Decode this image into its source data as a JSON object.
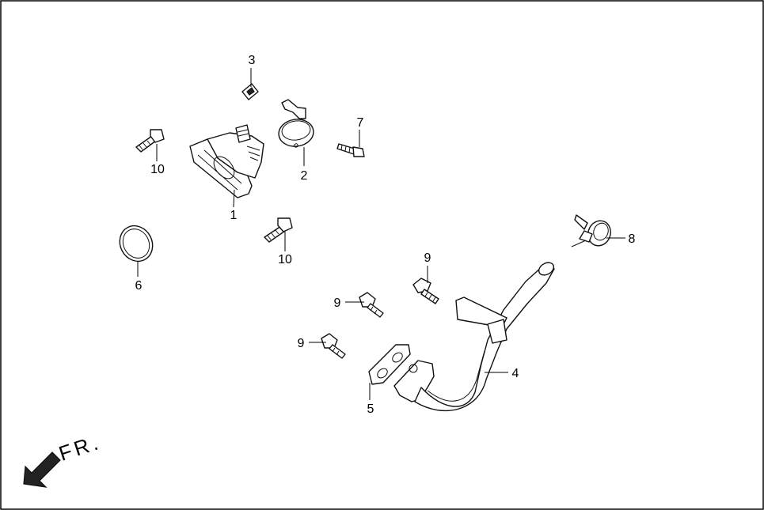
{
  "callouts": {
    "c1": "1",
    "c2": "2",
    "c3": "3",
    "c4": "4",
    "c5": "5",
    "c6": "6",
    "c7": "7",
    "c8": "8",
    "c9a": "9",
    "c9b": "9",
    "c9c": "9",
    "c10a": "10",
    "c10b": "10"
  },
  "direction": {
    "label": "FR."
  }
}
